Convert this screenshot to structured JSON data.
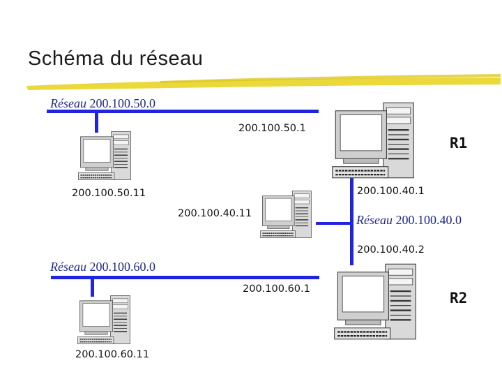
{
  "title": "Schéma du réseau",
  "networks": [
    {
      "word": "Réseau",
      "address": "200.100.50.0"
    },
    {
      "word": "Réseau",
      "address": "200.100.40.0"
    },
    {
      "word": "Réseau",
      "address": "200.100.60.0"
    }
  ],
  "routers": [
    {
      "name": "R1",
      "ip_net50": "200.100.50.1",
      "ip_net40": "200.100.40.1"
    },
    {
      "name": "R2",
      "ip_net40": "200.100.40.2",
      "ip_net60": "200.100.60.1"
    }
  ],
  "hosts": [
    {
      "ip": "200.100.50.11"
    },
    {
      "ip": "200.100.40.11"
    },
    {
      "ip": "200.100.60.11"
    }
  ],
  "colors": {
    "link": "#1f24e0",
    "label": "#1f2a8c",
    "brush": "#e8d21a"
  }
}
